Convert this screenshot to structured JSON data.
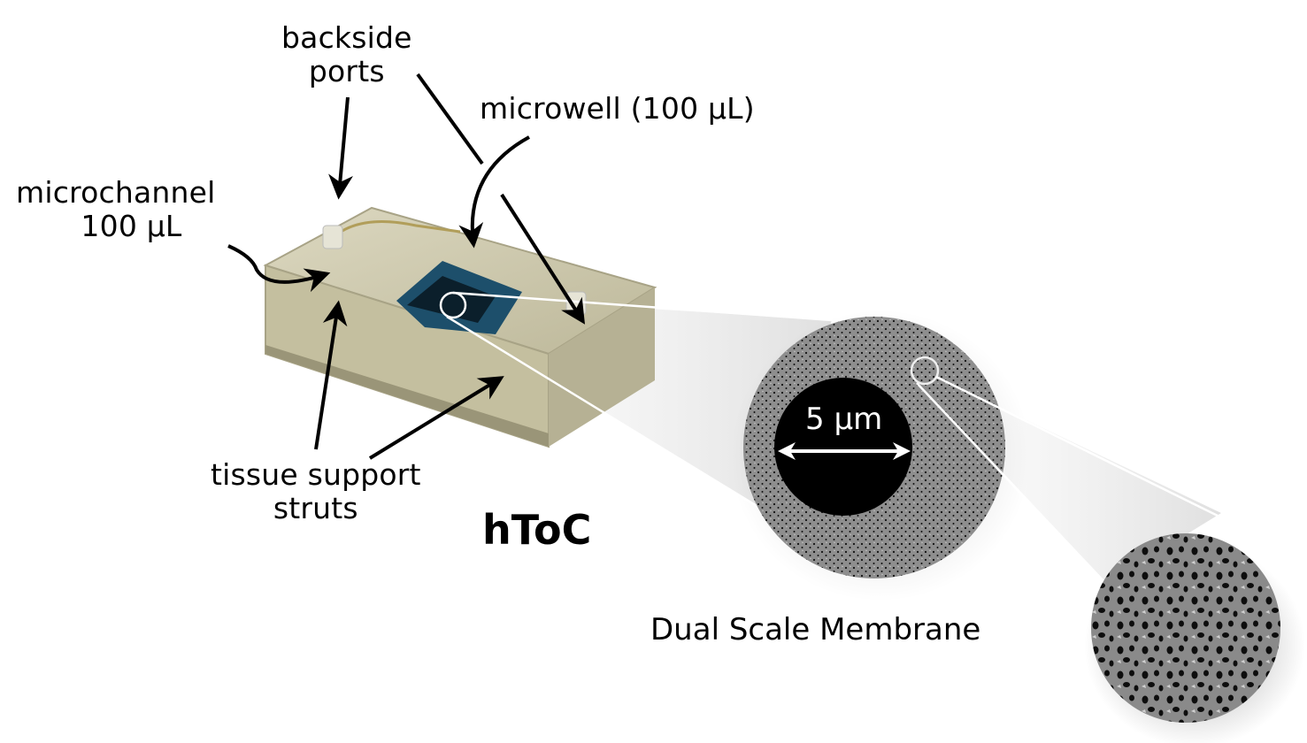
{
  "figure": {
    "device_name": "hToC",
    "caption": "Dual Scale Membrane",
    "scale_bar": "5 µm",
    "labels": {
      "backside_ports": [
        "backside",
        "ports"
      ],
      "microwell": "microwell (100 µL)",
      "microchannel": [
        "microchannel",
        "100 µL"
      ],
      "tissue_support": [
        "tissue support",
        "struts"
      ]
    }
  },
  "colors": {
    "chip_body": "#c9c4a6",
    "chip_edge": "#a8a386",
    "membrane_blue": "#1d4f6b",
    "sem_gray": "#8f8f8f",
    "pore": "#111111"
  }
}
